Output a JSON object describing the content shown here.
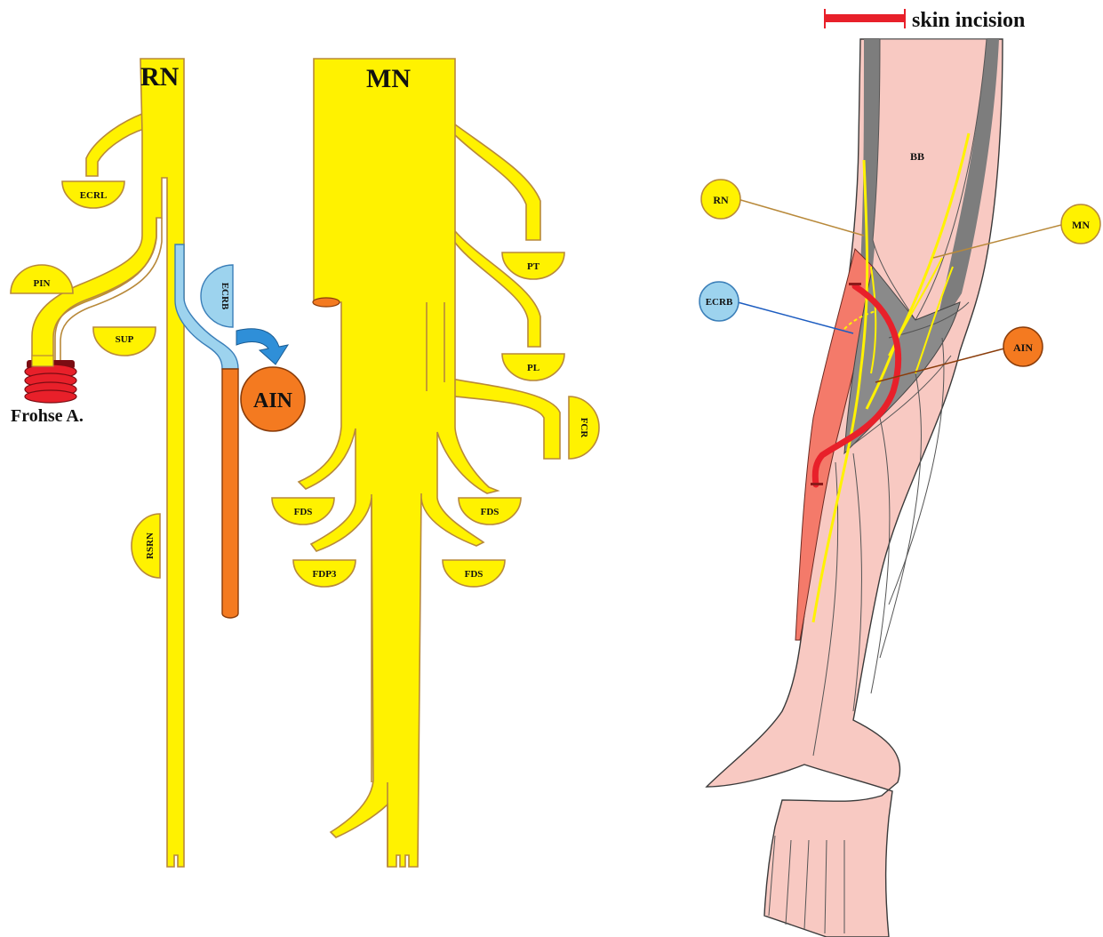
{
  "legend": {
    "skin_incision": "skin incision"
  },
  "left_diagram": {
    "rn": "RN",
    "mn": "MN",
    "frohse": "Frohse A.",
    "ain": "AIN",
    "muscles": {
      "ecrl": "ECRL",
      "pin": "PIN",
      "sup": "SUP",
      "ecrb": "ECRB",
      "rsrn": "RSRN",
      "pt": "PT",
      "pl": "PL",
      "fcr": "FCR",
      "fds1": "FDS",
      "fds2": "FDS",
      "fds3": "FDS",
      "fdp3": "FDP3"
    }
  },
  "arm_diagram": {
    "bb": "BB",
    "rn": "RN",
    "mn": "MN",
    "ecrb": "ECRB",
    "ain": "AIN"
  },
  "colors": {
    "nerve_yellow": "#FFF200",
    "ecrb_blue": "#9DD3EE",
    "ain_orange": "#F47A20",
    "incision_red": "#E8202A",
    "skin_pink": "#F8C9C2",
    "frohse_red": "#8B1A1A"
  }
}
